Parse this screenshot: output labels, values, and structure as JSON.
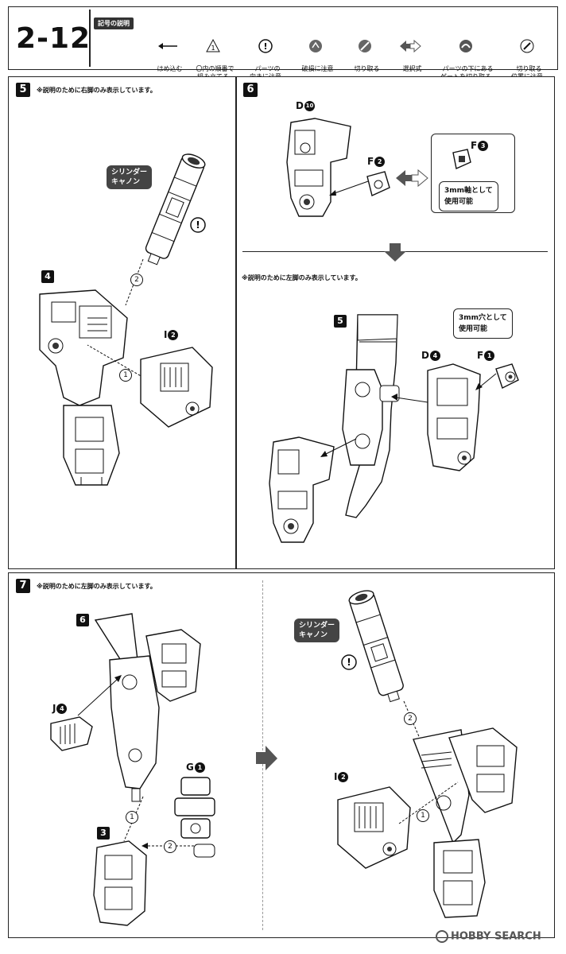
{
  "header": {
    "step_code": "2-12",
    "legend_title": "記号の説明",
    "legend": [
      {
        "icon": "arrow-left-icon",
        "label": "はめ込む"
      },
      {
        "icon": "circled-number-icon",
        "label": "〇内の順番で\n組み立てる"
      },
      {
        "icon": "exclamation-icon",
        "label": "パーツの\n向きに注意"
      },
      {
        "icon": "damage-warning-icon",
        "label": "破損に注意"
      },
      {
        "icon": "cut-icon",
        "label": "切り取る"
      },
      {
        "icon": "choice-arrows-icon",
        "label": "選択式"
      },
      {
        "icon": "gate-cut-icon",
        "label": "パーツの下にある\nゲートを切り取る"
      },
      {
        "icon": "cut-position-icon",
        "label": "切り取る\n位置に注意"
      }
    ]
  },
  "panel5": {
    "step": "5",
    "note": "※説明のために右脚のみ表示しています。",
    "callout": "シリンダー\nキャノン",
    "subassembly": "4",
    "part_i": "I",
    "part_i_num": "2",
    "order_1": "1",
    "order_2": "2"
  },
  "panel6": {
    "step": "6",
    "part_d": "D",
    "part_d_num": "10",
    "part_f2": "F",
    "part_f2_num": "2",
    "part_f3": "F",
    "part_f3_num": "3",
    "callout_f3": "3mm軸として\n使用可能",
    "note": "※説明のために左脚のみ表示しています。",
    "subassembly": "5",
    "part_d4": "D",
    "part_d4_num": "4",
    "part_f1": "F",
    "part_f1_num": "1",
    "callout_f1": "3mm穴として\n使用可能"
  },
  "panel7": {
    "step": "7",
    "note": "※説明のために左脚のみ表示しています。",
    "subassembly_a": "6",
    "subassembly_b": "3",
    "part_j": "J",
    "part_j_num": "4",
    "part_g": "G",
    "part_g_num": "1",
    "order_1": "1",
    "order_2": "2",
    "callout": "シリンダー\nキャノン",
    "part_i": "I",
    "part_i_num": "2",
    "order_1b": "1",
    "order_2b": "2"
  },
  "footer": {
    "watermark": "HOBBY SEARCH"
  }
}
